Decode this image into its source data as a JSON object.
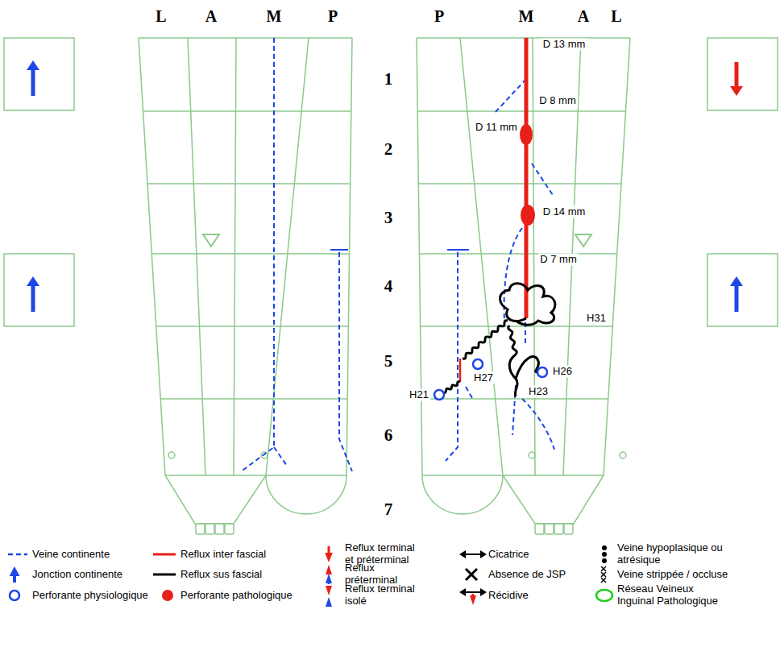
{
  "diagram": {
    "labels": [
      "L",
      "A",
      "M",
      "P",
      "P",
      "M",
      "A",
      "L",
      "1",
      "2",
      "3",
      "4",
      "5",
      "6",
      "7",
      "D 13 mm",
      "D 8 mm",
      "D 11 mm",
      "D 14 mm",
      "D 7 mm",
      "H31",
      "H27",
      "H26",
      "H23",
      "H21"
    ],
    "legend": [
      {
        "text": "Veine continente"
      },
      {
        "text": "Reflux inter fascial"
      },
      {
        "text": "Reflux terminal et préterminal"
      },
      {
        "text": "Cicatrice"
      },
      {
        "text": "Veine hypoplasique ou atrésique"
      },
      {
        "text": "Jonction continente"
      },
      {
        "text": "Reflux sus fascial"
      },
      {
        "text": "Reflux préterminal"
      },
      {
        "text": "Absence de JSP"
      },
      {
        "text": "Veine strippée / occluse"
      },
      {
        "text": "Perforante physiologique"
      },
      {
        "text": "Perforante pathologique"
      },
      {
        "text": "Reflux terminal isolé"
      },
      {
        "text": "Récidive"
      },
      {
        "text": "Réseau Veineux Inguinal Pathologique"
      }
    ]
  }
}
